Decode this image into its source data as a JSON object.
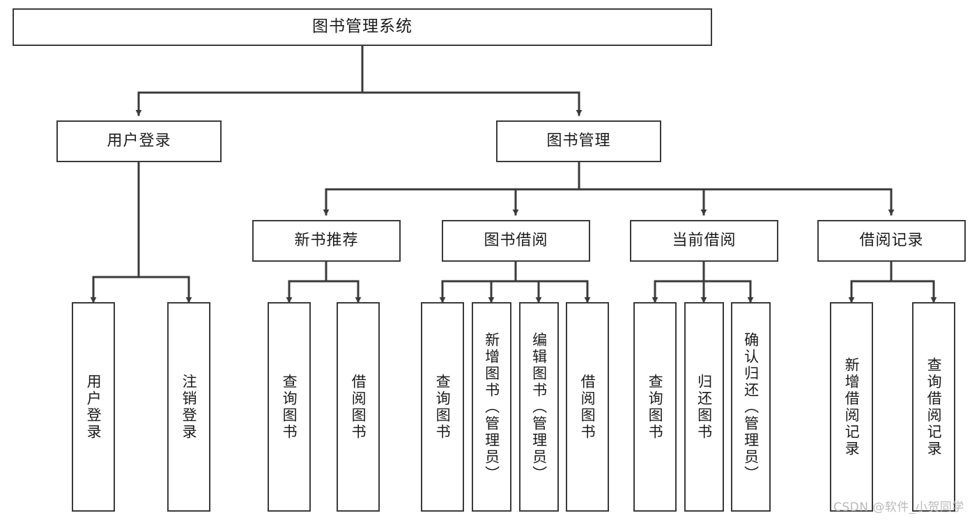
{
  "diagram": {
    "title": "图书管理系统",
    "watermark": "CSDN @软件_小贺同学",
    "colors": {
      "stroke": "#3a3a3a",
      "fill": "#ffffff",
      "text": "#1b1b1b",
      "watermark": "#b9b9b9"
    },
    "root": {
      "id": "root",
      "label": "图书管理系统"
    },
    "level2": [
      {
        "id": "user-login",
        "label": "用户登录"
      },
      {
        "id": "book-manage",
        "label": "图书管理"
      }
    ],
    "level3": [
      {
        "id": "new-book-recommend",
        "label": "新书推荐",
        "parent": "book-manage"
      },
      {
        "id": "book-borrow",
        "label": "图书借阅",
        "parent": "book-manage"
      },
      {
        "id": "current-borrow",
        "label": "当前借阅",
        "parent": "book-manage"
      },
      {
        "id": "borrow-record",
        "label": "借阅记录",
        "parent": "book-manage"
      }
    ],
    "leaves": [
      {
        "id": "leaf-user-login",
        "label": "用户登录",
        "parent": "user-login"
      },
      {
        "id": "leaf-logout-login",
        "label": "注销登录",
        "parent": "user-login"
      },
      {
        "id": "leaf-query-book-1",
        "label": "查询图书",
        "parent": "new-book-recommend"
      },
      {
        "id": "leaf-borrow-book-1",
        "label": "借阅图书",
        "parent": "new-book-recommend"
      },
      {
        "id": "leaf-query-book-2",
        "label": "查询图书",
        "parent": "book-borrow"
      },
      {
        "id": "leaf-add-book",
        "label": "新增图书（管理员）",
        "parent": "book-borrow"
      },
      {
        "id": "leaf-edit-book",
        "label": "编辑图书（管理员）",
        "parent": "book-borrow"
      },
      {
        "id": "leaf-borrow-book-2",
        "label": "借阅图书",
        "parent": "book-borrow"
      },
      {
        "id": "leaf-query-book-3",
        "label": "查询图书",
        "parent": "current-borrow"
      },
      {
        "id": "leaf-return-book",
        "label": "归还图书",
        "parent": "current-borrow"
      },
      {
        "id": "leaf-confirm-return",
        "label": "确认归还（管理员）",
        "parent": "current-borrow"
      },
      {
        "id": "leaf-add-record",
        "label": "新增借阅记录",
        "parent": "borrow-record"
      },
      {
        "id": "leaf-query-record",
        "label": "查询借阅记录",
        "parent": "borrow-record"
      }
    ]
  }
}
